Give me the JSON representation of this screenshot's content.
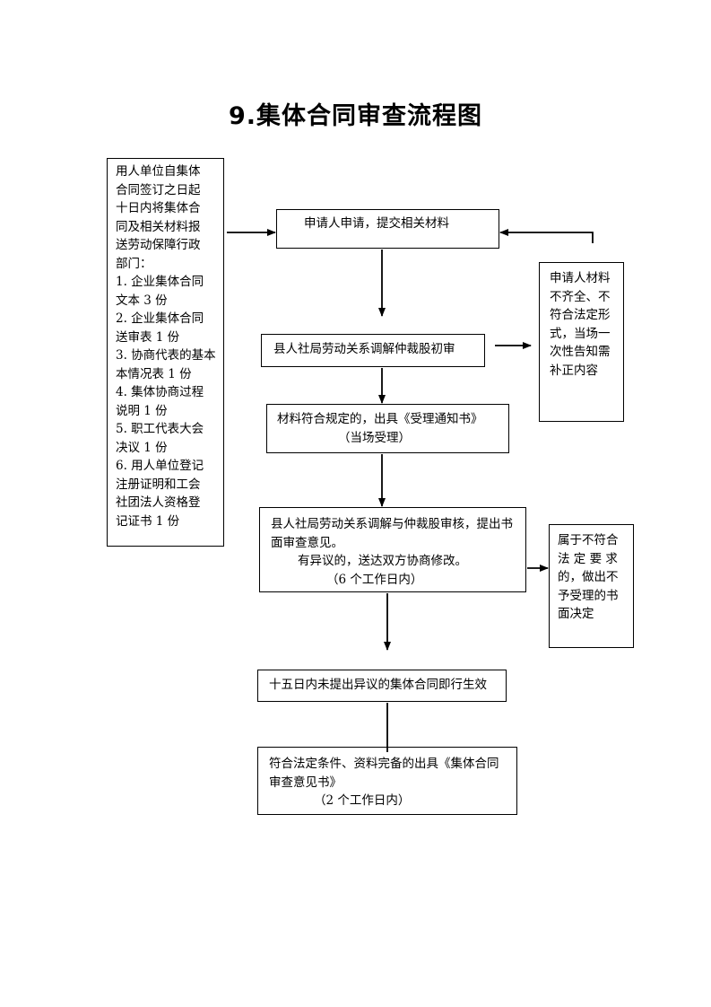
{
  "title": "9.集体合同审查流程图",
  "left_box": {
    "lines": [
      "用人单位自集体",
      "合同签订之日起",
      "十日内将集体合",
      "同及相关材料报",
      "送劳动保障行政",
      "部门：",
      "1. 企业集体合同",
      "文本 3 份",
      "2. 企业集体合同",
      "送审表 1 份",
      "3. 协商代表的基本",
      "本情况表 1 份",
      "4. 集体协商过程",
      "说明 1 份",
      "5. 职工代表大会",
      "决议 1 份",
      "6. 用人单位登记",
      "注册证明和工会",
      "社团法人资格登",
      "记证书 1 份"
    ]
  },
  "step1": {
    "text": "申请人申请，提交相关材料"
  },
  "right_box1": {
    "lines": [
      "申请人材料",
      "不齐全、不",
      "符合法定形",
      "式，当场一",
      "次性告知需",
      "补正内容"
    ]
  },
  "step2": {
    "text": "县人社局劳动关系调解仲裁股初审"
  },
  "step3": {
    "lines": [
      "材料符合规定的，出具《受理通知书》",
      "（当场受理）"
    ]
  },
  "step4": {
    "lines": [
      "县人社局劳动关系调解与仲裁股审核，提出书",
      "面审查意见。",
      "有异议的，送达双方协商修改。",
      "（6 个工作日内）"
    ]
  },
  "right_box2": {
    "lines": [
      "属于不符合",
      "法 定 要 求",
      "的，做出不",
      "予受理的书",
      "面决定"
    ]
  },
  "step5": {
    "text": "十五日内未提出异议的集体合同即行生效"
  },
  "step6": {
    "lines": [
      "符合法定条件、资料完备的出具《集体合同",
      "审查意见书》",
      "（2 个工作日内）"
    ]
  }
}
